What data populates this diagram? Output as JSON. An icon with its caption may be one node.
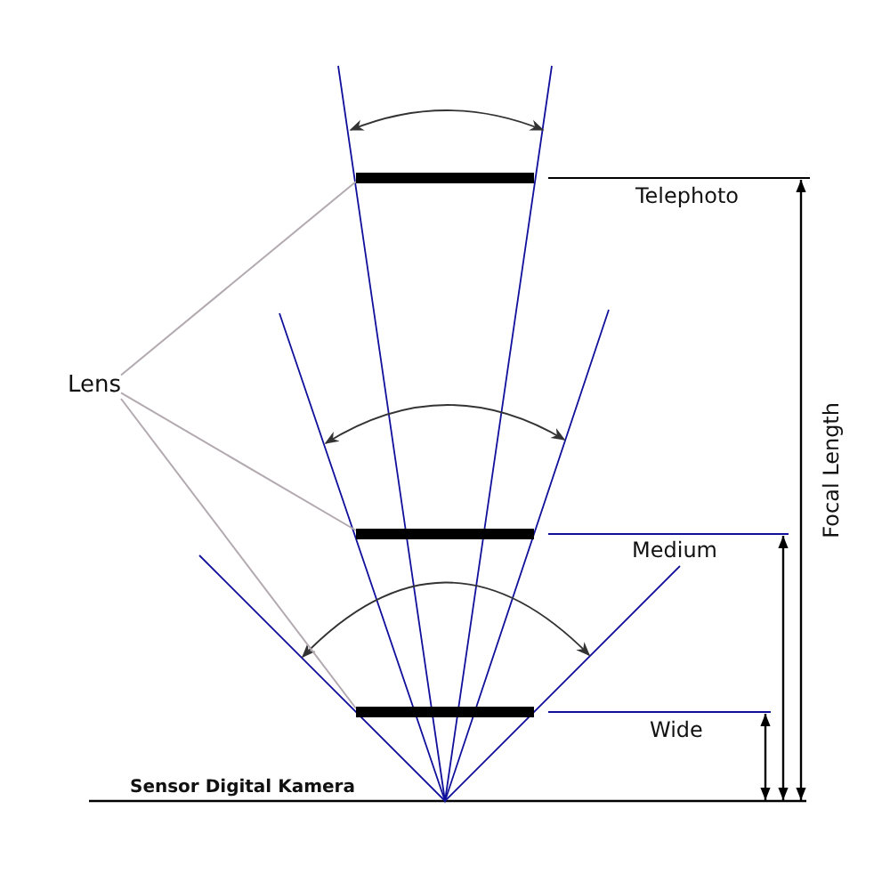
{
  "diagram": {
    "nodes": [
      {
        "text": [
          "Lens"
        ]
      },
      {
        "text": [],
        "shape": "bar"
      },
      {
        "text": [],
        "shape": "bar"
      },
      {
        "text": [],
        "shape": "bar"
      }
    ],
    "edges": [
      {
        "from": 0,
        "to": 1,
        "arrow": "none"
      },
      {
        "from": 0,
        "to": 2,
        "arrow": "none"
      },
      {
        "from": 0,
        "to": 3,
        "arrow": "none"
      }
    ],
    "labels": [
      "Telephoto",
      "Focal Length",
      "Medium",
      "Wide",
      "Sensor Digital Kamera"
    ]
  }
}
